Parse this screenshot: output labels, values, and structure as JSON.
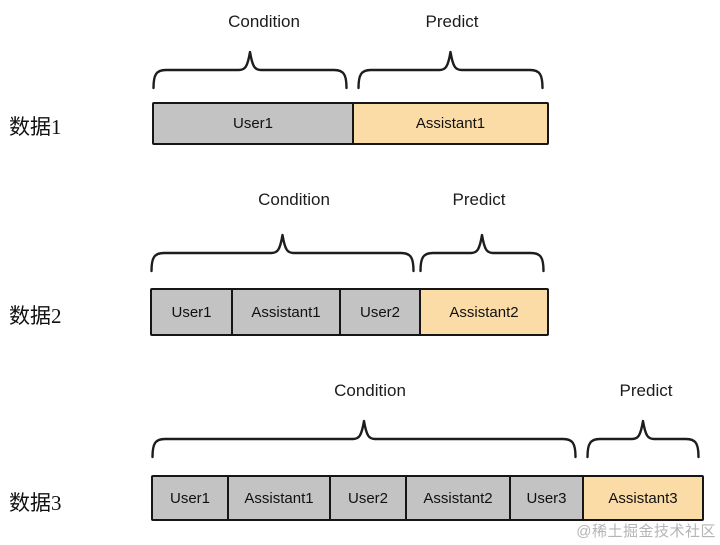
{
  "colors": {
    "condition_fill": "#c3c3c3",
    "predict_fill": "#fcdca6",
    "border": "#161616"
  },
  "rows": [
    {
      "label": "数据1",
      "condition_label": "Condition",
      "predict_label": "Predict",
      "segments": [
        {
          "label": "User1",
          "part": "condition"
        },
        {
          "label": "Assistant1",
          "part": "predict"
        }
      ]
    },
    {
      "label": "数据2",
      "condition_label": "Condition",
      "predict_label": "Predict",
      "segments": [
        {
          "label": "User1",
          "part": "condition"
        },
        {
          "label": "Assistant1",
          "part": "condition"
        },
        {
          "label": "User2",
          "part": "condition"
        },
        {
          "label": "Assistant2",
          "part": "predict"
        }
      ]
    },
    {
      "label": "数据3",
      "condition_label": "Condition",
      "predict_label": "Predict",
      "segments": [
        {
          "label": "User1",
          "part": "condition"
        },
        {
          "label": "Assistant1",
          "part": "condition"
        },
        {
          "label": "User2",
          "part": "condition"
        },
        {
          "label": "Assistant2",
          "part": "condition"
        },
        {
          "label": "User3",
          "part": "condition"
        },
        {
          "label": "Assistant3",
          "part": "predict"
        }
      ]
    }
  ],
  "watermark": {
    "text": "@稀土掘金技术社区"
  }
}
